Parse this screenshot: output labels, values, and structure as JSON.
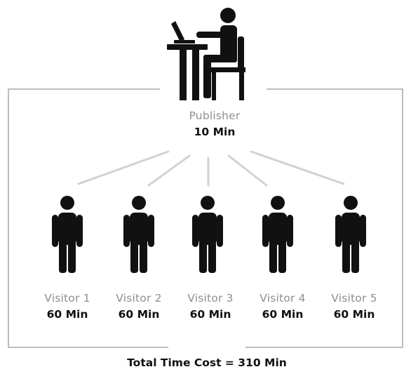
{
  "publisher": {
    "role": "Publisher",
    "time": "10 Min",
    "icon": "person-at-laptop-desk-icon"
  },
  "visitors": [
    {
      "role": "Visitor 1",
      "time": "60 Min",
      "icon": "person-icon"
    },
    {
      "role": "Visitor 2",
      "time": "60 Min",
      "icon": "person-icon"
    },
    {
      "role": "Visitor 3",
      "time": "60 Min",
      "icon": "person-icon"
    },
    {
      "role": "Visitor 4",
      "time": "60 Min",
      "icon": "person-icon"
    },
    {
      "role": "Visitor 5",
      "time": "60 Min",
      "icon": "person-icon"
    }
  ],
  "total": "Total Time Cost = 310 Min",
  "colors": {
    "figure": "#111111",
    "connector": "#cfcfcf",
    "frame": "#bdbdbd",
    "role_text": "#8f8f8f"
  }
}
